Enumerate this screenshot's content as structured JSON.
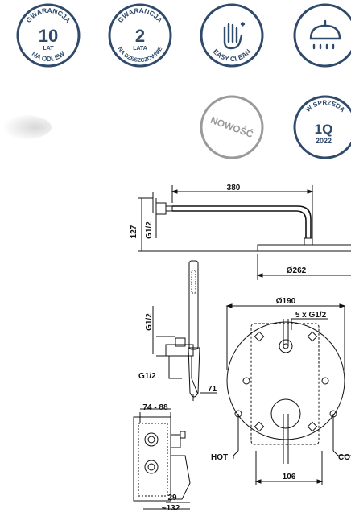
{
  "badges": {
    "warranty_cast": {
      "top": "GWARANCJA",
      "number": "10",
      "unit": "LAT",
      "bottom": "NA ODLEW",
      "color": "#2f4a6b"
    },
    "warranty_cartridge": {
      "top": "GWARANCJA",
      "number": "2",
      "unit": "LATA",
      "bottom": "NA DZESZCZOWNIE",
      "color": "#2f4a6b"
    },
    "easy_clean": {
      "bottom": "EASY CLEAN",
      "icon": "hand-wipe-icon",
      "color": "#2f4a6b"
    },
    "shower": {
      "icon": "shower-head-icon",
      "color": "#2f4a6b"
    },
    "new": {
      "text": "NOWOŚĆ",
      "color": "#9a9a9a"
    },
    "sale_date": {
      "top": "W SPRZEDA",
      "number": "1Q",
      "year": "2022",
      "color": "#2f4a6b"
    }
  },
  "drawing": {
    "dims": {
      "arm_length": "380",
      "arm_height": "127",
      "arm_thread": "G1/2",
      "head_diameter": "Ø262",
      "hand_thread_top": "G1/2",
      "hand_thread_bottom": "G1/2",
      "hand_offset": "71",
      "depth_range": "74 - 88",
      "plate_diameter": "Ø190",
      "holes": "5 x G1/2",
      "hot_label": "HOT",
      "cold_label": "CO",
      "spacing": "106",
      "body_depth": "29",
      "body_total": "~132"
    }
  }
}
